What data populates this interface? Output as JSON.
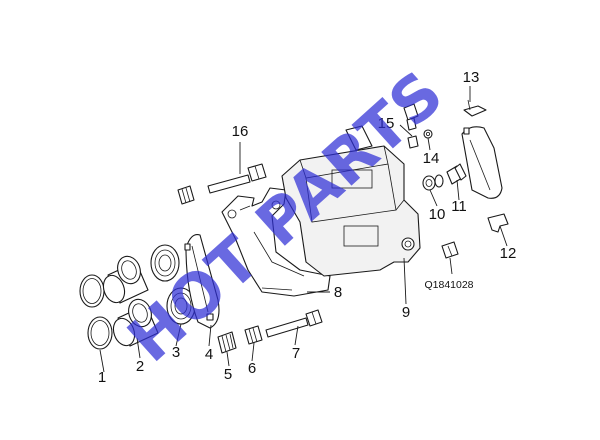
{
  "watermark": {
    "text": "HOT PARTS",
    "color": "#2f2fd6"
  },
  "callouts": {
    "c1": "1",
    "c2": "2",
    "c3": "3",
    "c4": "4",
    "c5": "5",
    "c6": "6",
    "c7": "7",
    "c8": "8",
    "c9": "9",
    "c10": "10",
    "c11": "11",
    "c12": "12",
    "c13": "13",
    "c14": "14",
    "c15": "15",
    "c16": "16"
  },
  "part_code": "Q1841028"
}
